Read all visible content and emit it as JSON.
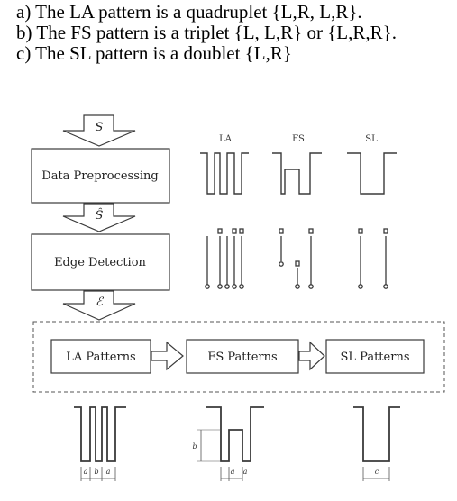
{
  "text": {
    "line_a": "a) The LA pattern is a quadruplet {L,R, L,R}.",
    "line_b": "b) The FS pattern is a triplet {L, L,R} or  {L,R,R}.",
    "line_c": "c) The SL pattern is a doublet {L,R}"
  },
  "flow": {
    "arrow_in_label": "S",
    "box1_label": "Data Preprocessing",
    "arrow_mid_label": "Ŝ",
    "box2_label": "Edge Detection",
    "arrow_out_label": "ℰ"
  },
  "waveform_labels": {
    "la": "LA",
    "fs": "FS",
    "sl": "SL"
  },
  "patterns": {
    "la": "LA Patterns",
    "fs": "FS Patterns",
    "sl": "SL Patterns"
  },
  "dims": {
    "a": "a",
    "b": "b",
    "c": "c"
  }
}
